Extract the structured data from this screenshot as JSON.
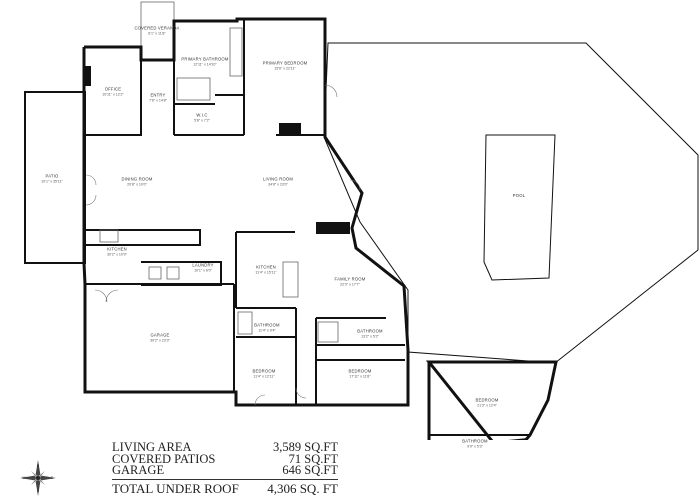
{
  "rooms": [
    {
      "key": "covered_veranda",
      "name": "COVERED VERANDA",
      "dims": "6'1\" x 11'8\""
    },
    {
      "key": "primary_bathroom",
      "name": "PRIMARY BATHROOM",
      "dims": "12'11\" x 14'10\""
    },
    {
      "key": "primary_bedroom",
      "name": "PRIMARY BEDROOM",
      "dims": "15'6\" x 22'11\""
    },
    {
      "key": "office",
      "name": "OFFICE",
      "dims": "10'11\" x 12'2\""
    },
    {
      "key": "entry",
      "name": "ENTRY",
      "dims": "7'6\" x 14'8\""
    },
    {
      "key": "wic",
      "name": "W.I.C",
      "dims": "5'8\" x 7'2\""
    },
    {
      "key": "patio",
      "name": "PATIO",
      "dims": "10'1\" x 35'11\""
    },
    {
      "key": "dining_room",
      "name": "DINING ROOM",
      "dims": "20'8\" x 10'0\""
    },
    {
      "key": "living_room",
      "name": "LIVING ROOM",
      "dims": "34'8\" x 23'0\""
    },
    {
      "key": "pool",
      "name": "POOL",
      "dims": ""
    },
    {
      "key": "kitchen_left",
      "name": "KITCHEN",
      "dims": "30'2\" x 10'9\""
    },
    {
      "key": "laundry",
      "name": "LAUNDRY",
      "dims": "10'1\" x 6'0\""
    },
    {
      "key": "kitchen_center",
      "name": "KITCHEN",
      "dims": "11'4\" x 15'11\""
    },
    {
      "key": "family_room",
      "name": "FAMILY ROOM",
      "dims": "22'3\" x 17'7\""
    },
    {
      "key": "garage",
      "name": "GARAGE",
      "dims": "30'2\" x 23'3\""
    },
    {
      "key": "bathroom_center",
      "name": "BATHROOM",
      "dims": "11'4\" x 9'4\""
    },
    {
      "key": "bathroom_right",
      "name": "BATHROOM",
      "dims": "13'2\" x 5'2\""
    },
    {
      "key": "bedroom_left",
      "name": "BEDROOM",
      "dims": "11'4\" x 12'11\""
    },
    {
      "key": "bedroom_mid",
      "name": "BEDROOM",
      "dims": "17'11\" x 11'8\""
    },
    {
      "key": "bedroom_guest",
      "name": "BEDROOM",
      "dims": "21'3\" x 12'4\""
    },
    {
      "key": "bathroom_guest",
      "name": "BATHROOM",
      "dims": "9'9\" x 5'3\""
    }
  ],
  "summary": [
    {
      "label": "LIVING AREA",
      "value": "3,589 SQ.FT"
    },
    {
      "label": "COVERED PATIOS",
      "value": "71 SQ.FT"
    },
    {
      "label": "GARAGE",
      "value": "646 SQ.FT"
    }
  ],
  "total": {
    "label": "TOTAL UNDER ROOF",
    "value": "4,306 SQ. FT"
  },
  "compass": {
    "labels": [
      "N",
      "E",
      "S",
      "W"
    ]
  },
  "colors": {
    "wall": "#111111",
    "line": "#555555",
    "fixture": "#888888",
    "text": "#333333"
  }
}
